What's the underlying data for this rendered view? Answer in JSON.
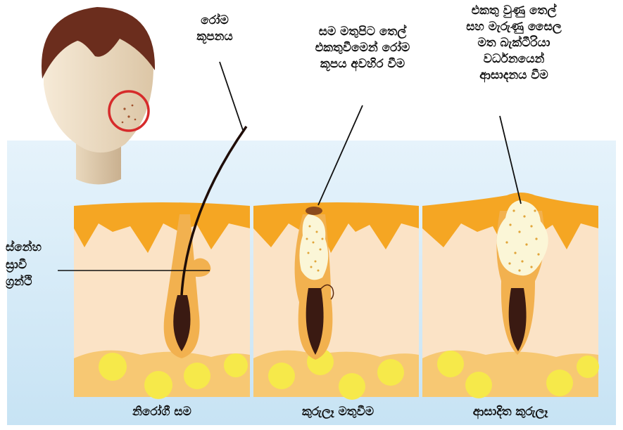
{
  "labels": {
    "hair_follicle": [
      "රෝම",
      "කූපනය"
    ],
    "sebaceous_gland": [
      "ස්නේහ",
      "ස්‍රාවී",
      "ග්‍රන්ථි"
    ],
    "pore_clogging": [
      "සම මතුපිට තෙල්",
      "එකතුවීමෙන් රෝම",
      "කූපය අවහිර වීම"
    ],
    "bacterial_infection": [
      "එකතු වුණු තෙල්",
      "සහ මැරුණු සෛල",
      "මත බැක්ටීරියා",
      "වර්ධනයෙන්",
      "ආසාදනය වීම"
    ]
  },
  "captions": {
    "healthy": "නිරෝගී සම",
    "pimple": "කුරුලෑ මතුවීම",
    "infected": "ආසාදිත කුරුලෑ"
  },
  "colors": {
    "sky": "#d8ecf8",
    "skin_top": "#f5a623",
    "dermis": "#fbe3c6",
    "fat": "#f7c873",
    "fat_cell": "#f6e94a",
    "hair": "#3a1a12",
    "follicle": "#f2b14f",
    "sebum": "#fbf6d7",
    "ring": "#d62b2b",
    "head_skin": "#f0e0c8",
    "head_hair": "#6b2d1d"
  }
}
